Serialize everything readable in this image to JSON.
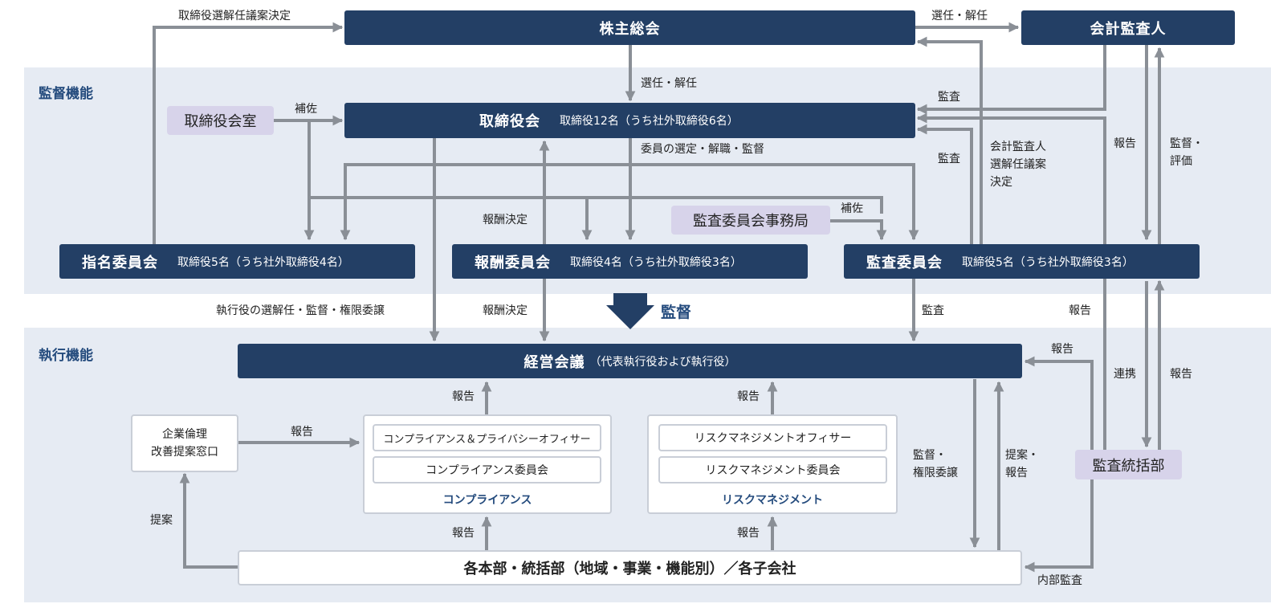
{
  "sections": {
    "supervision": "監督機能",
    "execution": "執行機能"
  },
  "boxes": {
    "shareholders": "株主総会",
    "auditor": "会計監査人",
    "board_title": "取締役会",
    "board_sub": "取締役12名（うち社外取締役6名）",
    "board_office": "取締役会室",
    "audit_office": "監査委員会事務局",
    "nomination_title": "指名委員会",
    "nomination_sub": "取締役5名（うち社外取締役4名）",
    "compensation_title": "報酬委員会",
    "compensation_sub": "取締役4名（うち社外取締役3名）",
    "audit_title": "監査委員会",
    "audit_sub": "取締役5名（うち社外取締役3名）",
    "management_title": "経営会議",
    "management_sub": "（代表執行役および執行役）",
    "ethics_line1": "企業倫理",
    "ethics_line2": "改善提案窓口",
    "compliance_officer": "コンプライアンス＆プライバシーオフィサー",
    "compliance_committee": "コンプライアンス委員会",
    "compliance_label": "コンプライアンス",
    "risk_officer": "リスクマネジメントオフィサー",
    "risk_committee": "リスクマネジメント委員会",
    "risk_label": "リスクマネジメント",
    "internal_audit": "監査統括部",
    "divisions": "各本部・統括部（地域・事業・機能別）／各子会社"
  },
  "supervision_arrow_label": "監督",
  "labels": {
    "director_proposal": "取締役選解任議案決定",
    "elect_dismiss_auditor": "選任・解任",
    "elect_dismiss_board": "選任・解任",
    "assist_board": "補佐",
    "audit_to_board": "監査",
    "member_selection": "委員の選定・解職・監督",
    "audit_by_committee": "監査",
    "auditor_proposal": [
      "会計監査人",
      "選解任議案",
      "決定"
    ],
    "report_auditor": "報告",
    "supervise_evaluate": [
      "監督・",
      "評価"
    ],
    "compensation_decision_upper": "報酬決定",
    "assist_audit": "補佐",
    "executive_appointment": "執行役の選解任・監督・権限委譲",
    "compensation_decision_lower": "報酬決定",
    "audit_management": "監査",
    "report_upper_right": "報告",
    "report_to_management": "報告",
    "cooperation": "連携",
    "report_internal_audit": "報告",
    "report_compliance_up": "報告",
    "report_risk_up": "報告",
    "report_ethics": "報告",
    "supervise_delegate": [
      "監督・",
      "権限委譲"
    ],
    "propose_report": [
      "提案・",
      "報告"
    ],
    "proposal": "提案",
    "report_compliance_down": "報告",
    "report_risk_down": "報告",
    "internal_audit_label": "内部監査"
  },
  "colors": {
    "navy": "#233f65",
    "band": "#e6ebf3",
    "purple": "#d7d3ea",
    "arrow": "#8a8f96",
    "heading": "#244b7d"
  }
}
